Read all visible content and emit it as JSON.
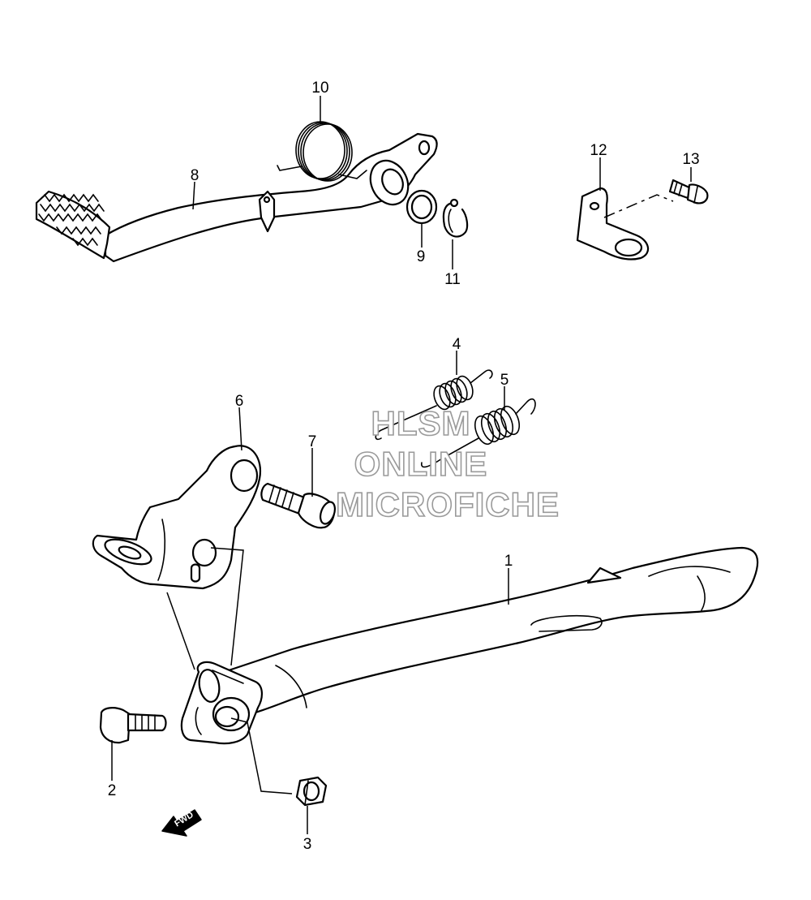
{
  "callouts": [
    {
      "id": "1",
      "label": "1"
    },
    {
      "id": "2",
      "label": "2"
    },
    {
      "id": "3",
      "label": "3"
    },
    {
      "id": "4",
      "label": "4"
    },
    {
      "id": "5",
      "label": "5"
    },
    {
      "id": "6",
      "label": "6"
    },
    {
      "id": "7",
      "label": "7"
    },
    {
      "id": "8",
      "label": "8"
    },
    {
      "id": "9",
      "label": "9"
    },
    {
      "id": "10",
      "label": "10"
    },
    {
      "id": "11",
      "label": "11"
    },
    {
      "id": "12",
      "label": "12"
    },
    {
      "id": "13",
      "label": "13"
    }
  ],
  "watermark": {
    "line1": "HLSM",
    "line2": "ONLINE",
    "line3": "MICROFICHE"
  },
  "fwd_indicator": {
    "label": "FWD",
    "icon": "fwd-arrow-icon"
  },
  "colors": {
    "line": "#000000",
    "background": "#ffffff",
    "watermark_outline": "#9a9a9a"
  }
}
